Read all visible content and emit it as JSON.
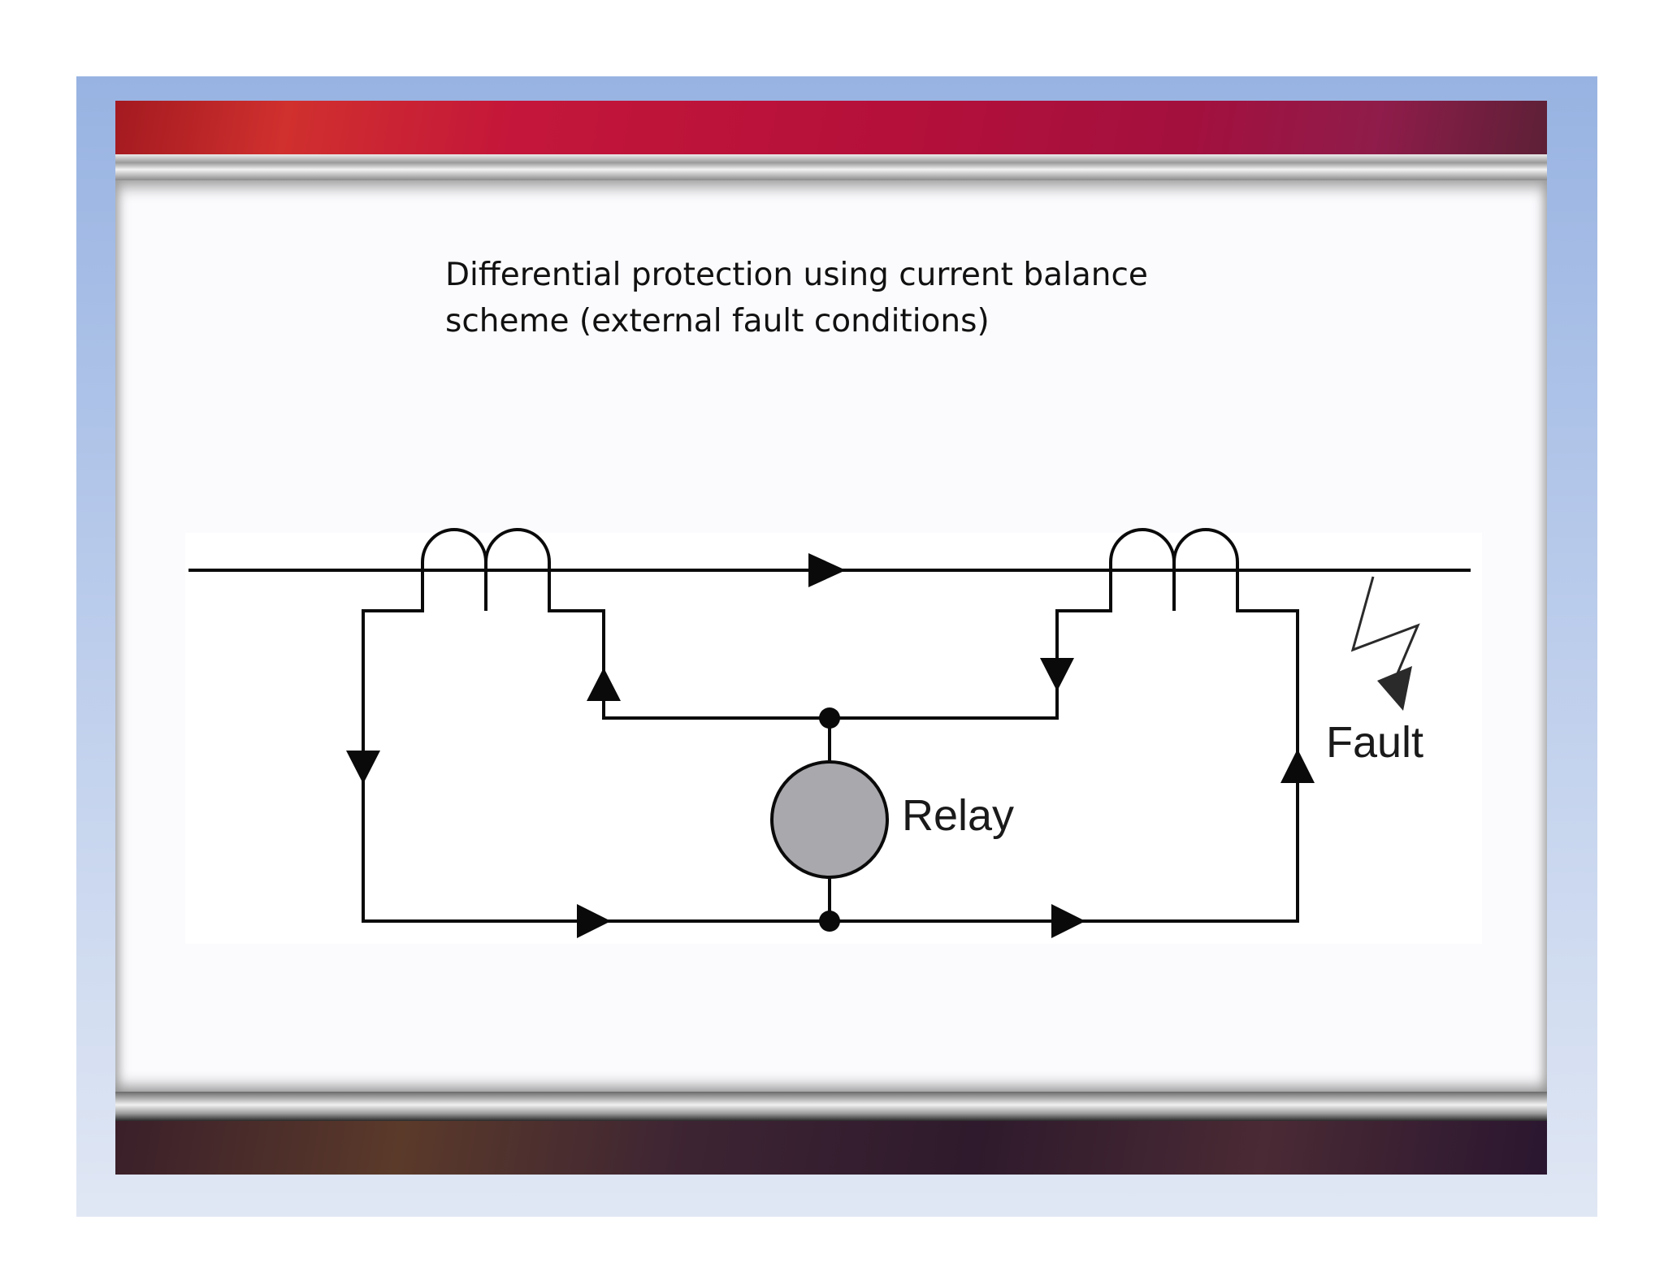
{
  "slide": {
    "title_line1": "Differential protection using current balance",
    "title_line2": "scheme (external fault conditions)"
  },
  "diagram": {
    "relay_label": "Relay",
    "fault_label": "Fault"
  },
  "colors": {
    "line": "#0a0a0a",
    "relay_fill": "#a9a8ad",
    "top_band": "#c4163a",
    "frame": "#98b3e2"
  }
}
